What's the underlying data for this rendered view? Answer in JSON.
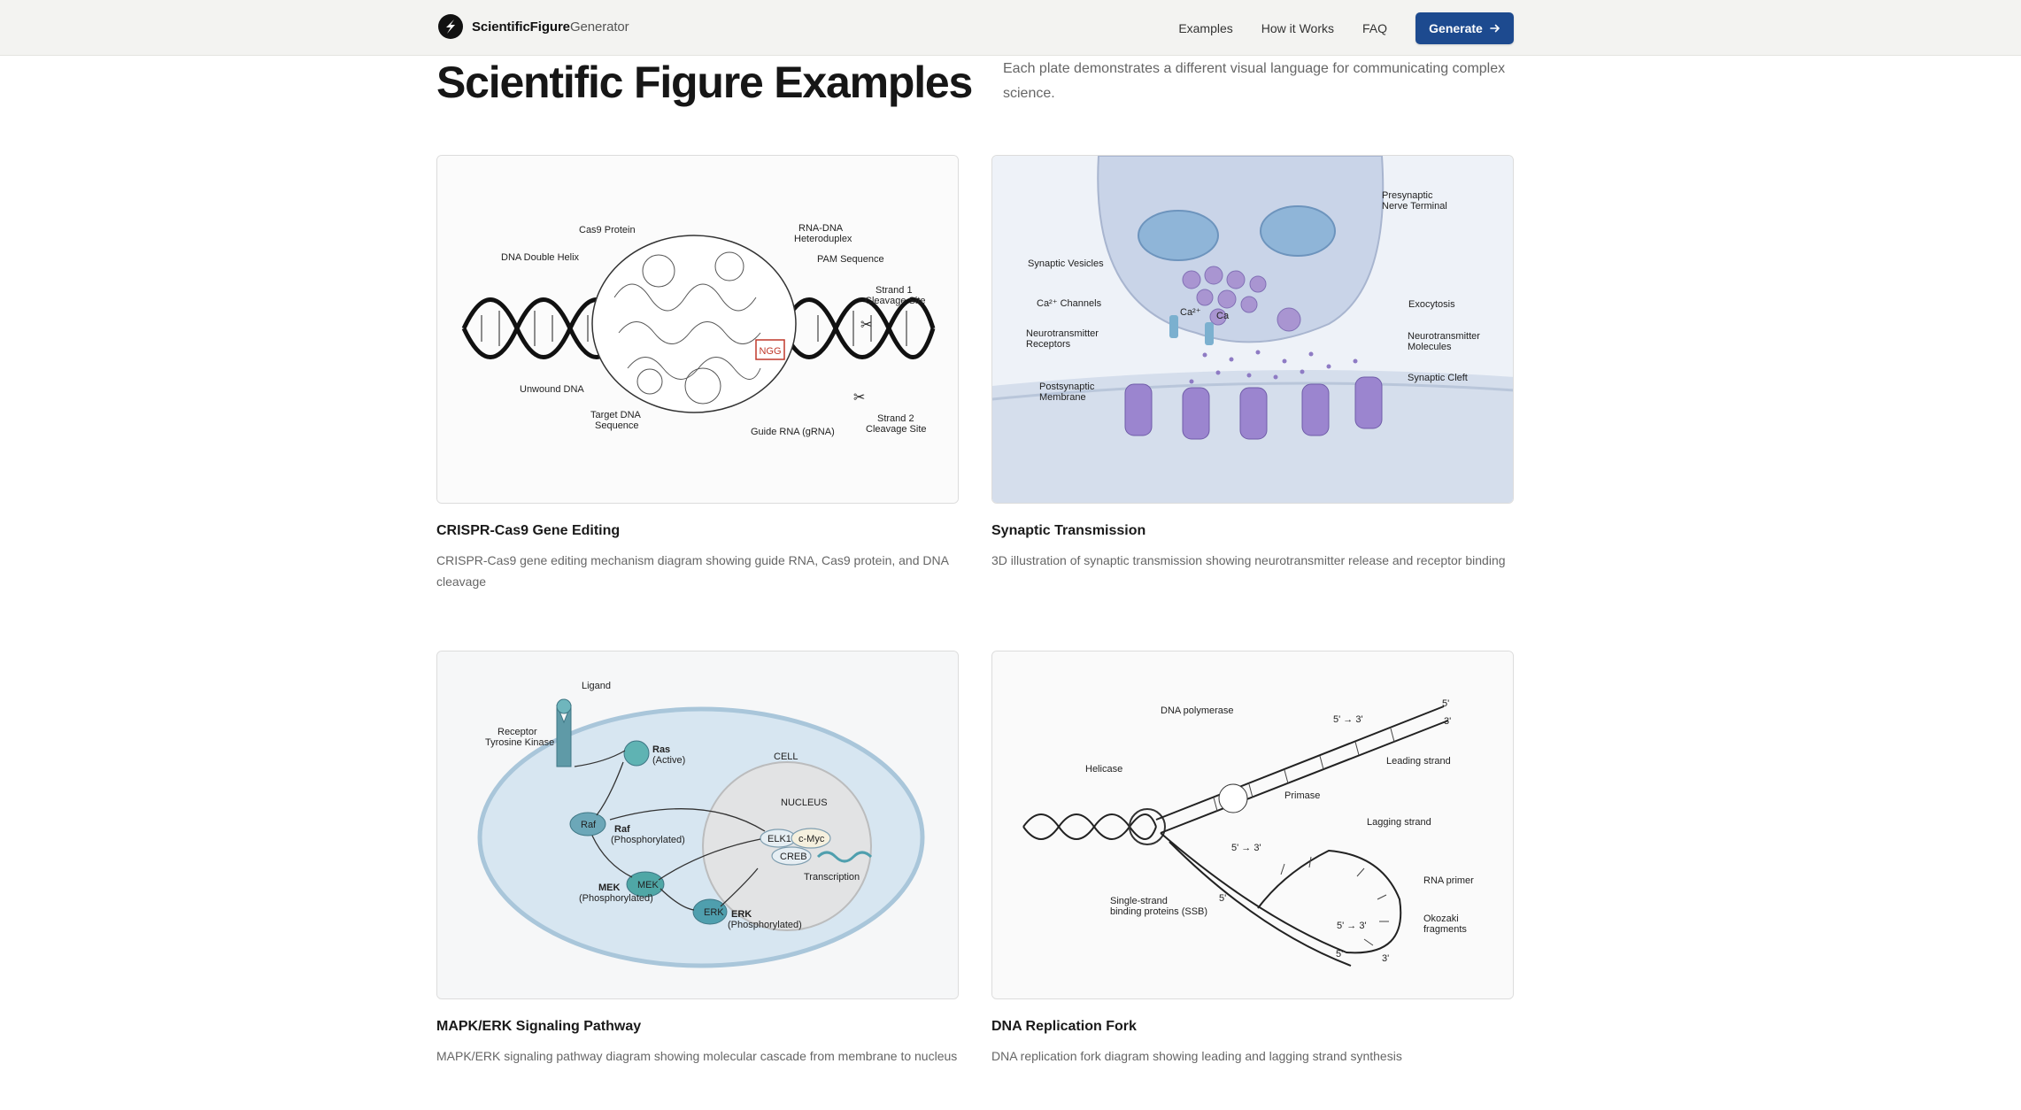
{
  "nav": {
    "brand_strong": "ScientificFigure",
    "brand_light": "Generator",
    "links": [
      "Examples",
      "How it Works",
      "FAQ"
    ],
    "cta": "Generate"
  },
  "header": {
    "title": "Scientific Figure Examples",
    "subtitle": "Each plate demonstrates a different visual language for communicating complex science."
  },
  "cards": [
    {
      "title": "CRISPR-Cas9 Gene Editing",
      "description": "CRISPR-Cas9 gene editing mechanism diagram showing guide RNA, Cas9 protein, and DNA cleavage",
      "labels": [
        "Cas9 Protein",
        "RNA-DNA",
        "Heteroduplex",
        "DNA Double Helix",
        "PAM Sequence",
        "Strand 1",
        "Cleavage Site",
        "NGG",
        "Unwound DNA",
        "Target DNA",
        "Sequence",
        "Guide RNA (gRNA)",
        "Strand 2",
        "Cleavage Site"
      ]
    },
    {
      "title": "Synaptic Transmission",
      "description": "3D illustration of synaptic transmission showing neurotransmitter release and receptor binding",
      "labels": [
        "Presynaptic",
        "Nerve Terminal",
        "Synaptic Vesicles",
        "Ca²⁺ Channels",
        "Exocytosis",
        "Neurotransmitter",
        "Receptors",
        "Neurotransmitter",
        "Molecules",
        "Synaptic Cleft",
        "Postsynaptic",
        "Membrane",
        "Ca²⁺",
        "Ca"
      ]
    },
    {
      "title": "MAPK/ERK Signaling Pathway",
      "description": "MAPK/ERK signaling pathway diagram showing molecular cascade from membrane to nucleus",
      "labels": [
        "Ligand",
        "Receptor",
        "Tyrosine Kinase",
        "Ras",
        "(Active)",
        "CELL",
        "NUCLEUS",
        "Raf",
        "Raf",
        "(Phosphorylated)",
        "ELK1",
        "c-Myc",
        "CREB",
        "Transcription",
        "MEK",
        "MEK",
        "(Phosphorylated)",
        "ERK",
        "ERK",
        "(Phosphorylated)"
      ]
    },
    {
      "title": "DNA Replication Fork",
      "description": "DNA replication fork diagram showing leading and lagging strand synthesis",
      "labels": [
        "DNA polymerase",
        "5' → 3'",
        "5'",
        "3'",
        "Helicase",
        "Leading strand",
        "Primase",
        "Lagging strand",
        "5' → 3'",
        "RNA primer",
        "Single-strand",
        "binding proteins (SSB)",
        "5'",
        "5' → 3'",
        "Okozaki",
        "fragments",
        "5'",
        "3'"
      ]
    }
  ]
}
